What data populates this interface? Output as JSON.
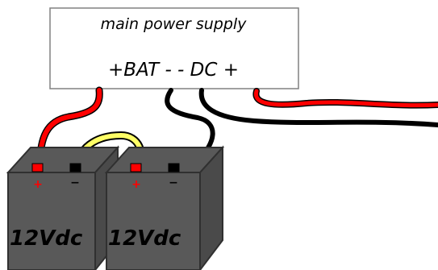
{
  "power_supply": {
    "title": "main power supply",
    "terminals": "+BAT - - DC +"
  },
  "batteries": [
    {
      "label": "12Vdc",
      "positive_mark": "+",
      "negative_mark": "−"
    },
    {
      "label": "12Vdc",
      "positive_mark": "+",
      "negative_mark": "−"
    }
  ],
  "colors": {
    "box_border": "#808080",
    "battery_fill": "#595959",
    "battery_edge": "#303030",
    "positive_wire": "#ff0000",
    "negative_wire": "#000000",
    "jumper_wire": "#ffff66",
    "positive_terminal": "#ff0000",
    "negative_terminal": "#000000"
  }
}
